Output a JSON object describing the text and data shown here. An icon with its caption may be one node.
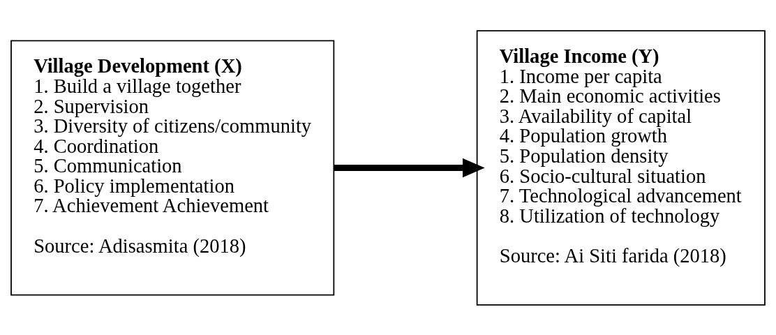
{
  "diagram": {
    "nodes": [
      {
        "text": [
          "Village Development (X)",
          "1. Build a village together",
          "2. Supervision",
          "3. Diversity of citizens/community",
          "4. Coordination",
          "5. Communication",
          "6. Policy implementation",
          "7. Achievement Achievement",
          "Source: Adisasmita (2018)"
        ]
      },
      {
        "text": [
          "Village Income (Y)",
          "1. Income per capita",
          "2. Main economic activities",
          "3. Availability of capital",
          "4. Population growth",
          "5. Population density",
          "6. Socio-cultural situation",
          "7. Technological advancement",
          "8. Utilization of technology",
          "Source: Ai Siti farida (2018)"
        ]
      }
    ],
    "edges": [
      {
        "from": 0,
        "to": 1,
        "arrow": "to"
      }
    ]
  }
}
